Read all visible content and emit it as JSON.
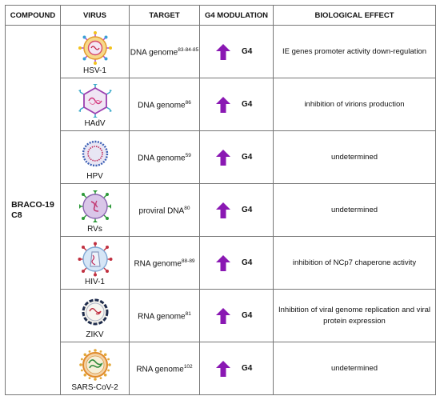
{
  "headers": {
    "compound": "COMPOUND",
    "virus": "VIRUS",
    "target": "TARGET",
    "modulation": "G4 MODULATION",
    "effect": "BIOLOGICAL EFFECT"
  },
  "compound": {
    "line1": "BRACO-19",
    "line2": "C8"
  },
  "colors": {
    "arrow": "#8a18b3",
    "border": "#777777"
  },
  "rows": [
    {
      "virus": "HSV-1",
      "icon": "hsv1-virus-icon",
      "target": "DNA genome",
      "ref": "83-84-85",
      "modulation": "G4",
      "effect": "IE genes promoter activity down-regulation"
    },
    {
      "virus": "HAdV",
      "icon": "hadv-virus-icon",
      "target": "DNA genome",
      "ref": "86",
      "modulation": "G4",
      "effect": "inhibition of virions production"
    },
    {
      "virus": "HPV",
      "icon": "hpv-virus-icon",
      "target": "DNA genome",
      "ref": "59",
      "modulation": "G4",
      "effect": "undetermined"
    },
    {
      "virus": "RVs",
      "icon": "rvs-virus-icon",
      "target": "proviral DNA",
      "ref": "80",
      "modulation": "G4",
      "effect": "undetermined"
    },
    {
      "virus": "HIV-1",
      "icon": "hiv1-virus-icon",
      "target": "RNA genome",
      "ref": "88-89",
      "modulation": "G4",
      "effect": "inhibition of NCp7 chaperone activity"
    },
    {
      "virus": "ZIKV",
      "icon": "zikv-virus-icon",
      "target": "RNA genome",
      "ref": "81",
      "modulation": "G4",
      "effect": "Inhibition of viral genome replication and viral protein expression"
    },
    {
      "virus": "SARS-CoV-2",
      "icon": "sarscov2-virus-icon",
      "target": "RNA genome",
      "ref": "102",
      "modulation": "G4",
      "effect": "undetermined"
    }
  ]
}
